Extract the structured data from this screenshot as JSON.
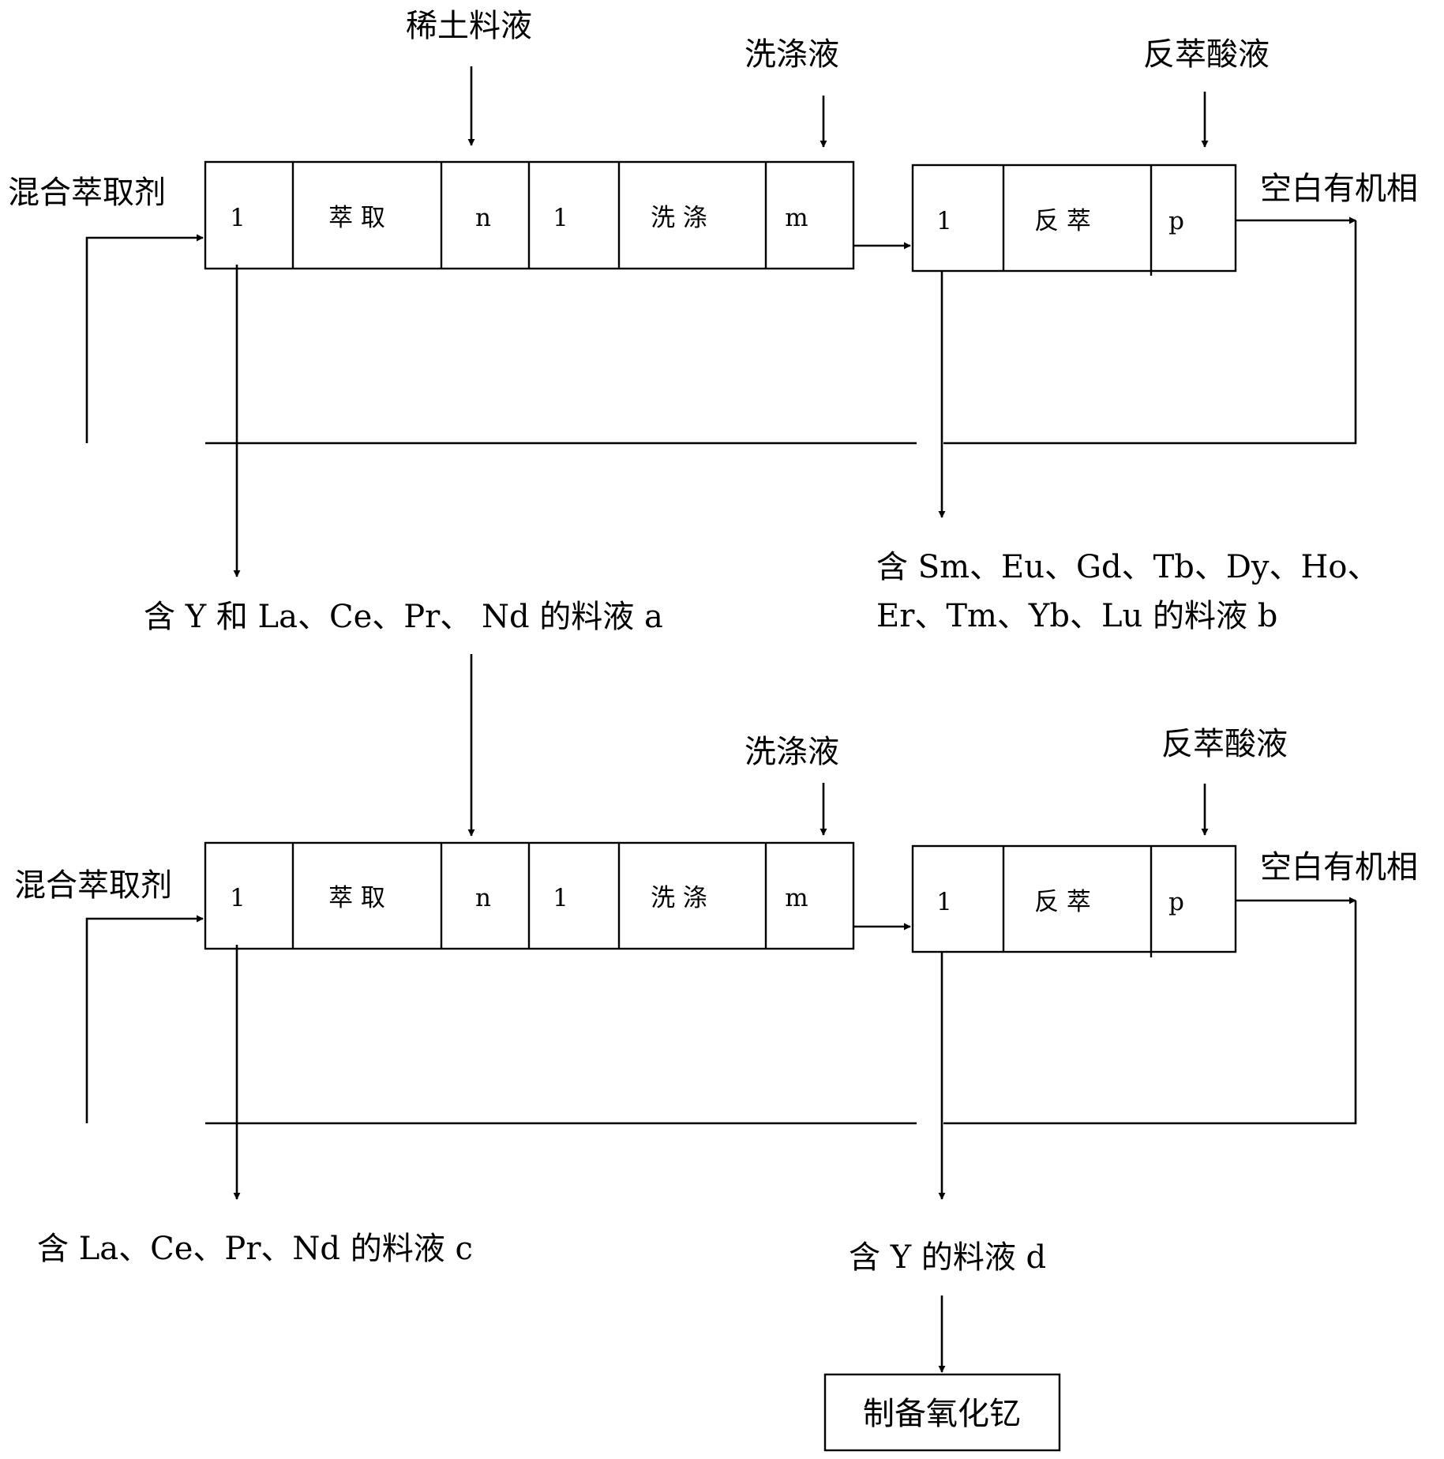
{
  "stage1": {
    "top_feed": "稀土料液",
    "wash_solution": "洗涤液",
    "strip_acid": "反萃酸液",
    "mixed_extractant": "混合萃取剂",
    "blank_organic": "空白有机相",
    "extraction_cells": {
      "first": "1",
      "section": "萃 取",
      "last": "n"
    },
    "wash_cells": {
      "first": "1",
      "section": "洗 涤",
      "last": "m"
    },
    "strip_cells": {
      "first": "1",
      "section": "反 萃",
      "last": "p"
    },
    "output_a": "含 Y 和 La、Ce、Pr、 Nd 的料液 a",
    "output_b_line1": "含 Sm、Eu、Gd、Tb、Dy、Ho、",
    "output_b_line2": "Er、Tm、Yb、Lu 的料液 b"
  },
  "stage2": {
    "wash_solution": "洗涤液",
    "strip_acid": "反萃酸液",
    "mixed_extractant": "混合萃取剂",
    "blank_organic": "空白有机相",
    "extraction_cells": {
      "first": "1",
      "section": "萃 取",
      "last": "n"
    },
    "wash_cells": {
      "first": "1",
      "section": "洗 涤",
      "last": "m"
    },
    "strip_cells": {
      "first": "1",
      "section": "反 萃",
      "last": "p"
    },
    "output_c": "含 La、Ce、Pr、Nd 的料液 c",
    "output_d": "含 Y 的料液 d"
  },
  "final_step": "制备氧化钇"
}
